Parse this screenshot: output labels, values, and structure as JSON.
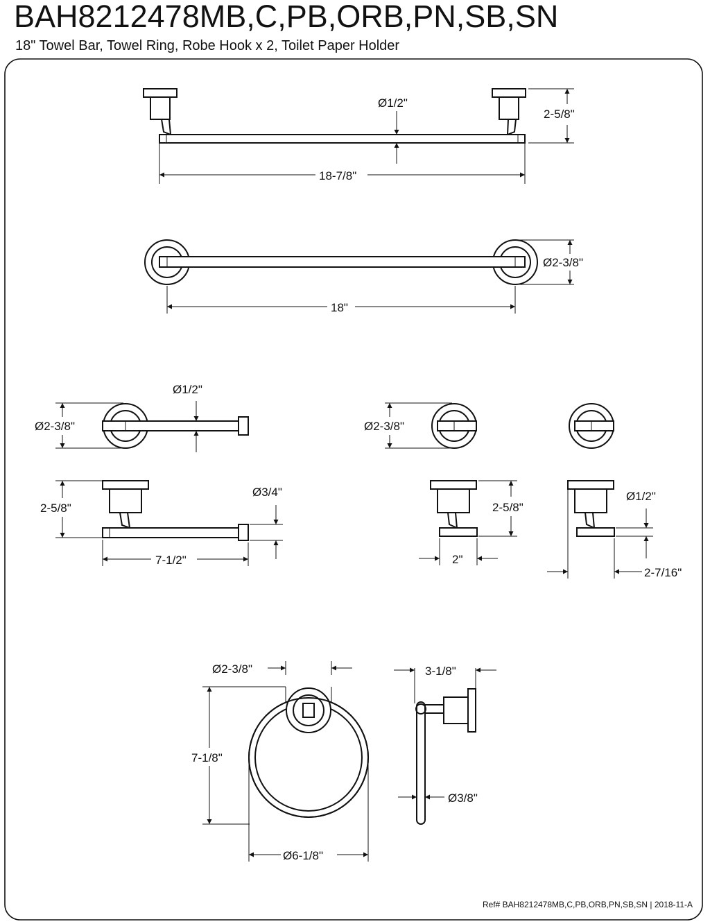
{
  "header": {
    "title": "BAH8212478MB,C,PB,ORB,PN,SB,SN",
    "subtitle": "18\" Towel Bar, Towel Ring, Robe Hook x 2, Toilet Paper Holder"
  },
  "towel_bar": {
    "bar_diameter": "Ø1/2\"",
    "projection": "2-5/8\"",
    "overall_length": "18-7/8\"",
    "flange_diameter": "Ø2-3/8\"",
    "center_length": "18\""
  },
  "paper_holder": {
    "bar_diameter": "Ø1/2\"",
    "flange_diameter": "Ø2-3/8\"",
    "projection": "2-5/8\"",
    "end_diameter": "Ø3/4\"",
    "length": "7-1/2\""
  },
  "robe_hook": {
    "flange_diameter": "Ø2-3/8\"",
    "projection": "2-5/8\"",
    "width": "2\"",
    "hook_diameter": "Ø1/2\"",
    "depth": "2-7/16\""
  },
  "towel_ring": {
    "flange_diameter": "Ø2-3/8\"",
    "height": "7-1/8\"",
    "ring_diameter": "Ø6-1/8\"",
    "projection": "3-1/8\"",
    "rod_diameter": "Ø3/8\""
  },
  "footer": {
    "reference": "Ref# BAH8212478MB,C,PB,ORB,PN,SB,SN | 2018-11-A"
  }
}
